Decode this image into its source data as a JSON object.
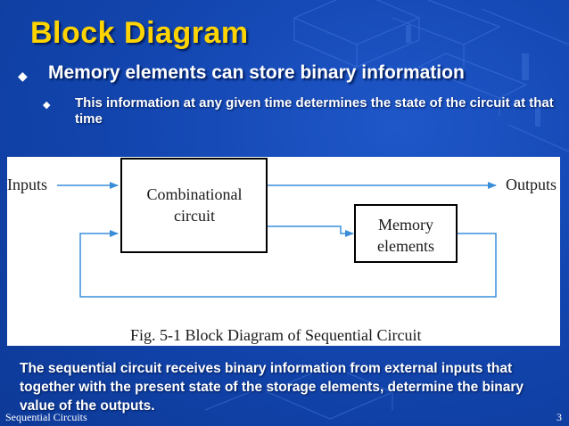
{
  "slide": {
    "title": "Block Diagram",
    "bullet_level1": "Memory elements can store binary information",
    "bullet_level2": "This information at any given time determines the state of the circuit at that time",
    "figure": {
      "inputs_label": "Inputs",
      "outputs_label": "Outputs",
      "combinational_line1": "Combinational",
      "combinational_line2": "circuit",
      "memory_line1": "Memory",
      "memory_line2": "elements",
      "caption": "Fig. 5-1  Block Diagram of Sequential Circuit"
    },
    "body_text": "The sequential circuit receives binary information from external inputs that together with the present state of the storage elements, determine the binary value of the outputs.",
    "footer_left": "Sequential Circuits",
    "page_number": "3"
  },
  "colors": {
    "background": "#1346b0",
    "title": "#ffd400",
    "text": "#ffffff",
    "arrow": "#3a8ed8"
  },
  "icons": [
    "bullet-diamond-icon"
  ]
}
